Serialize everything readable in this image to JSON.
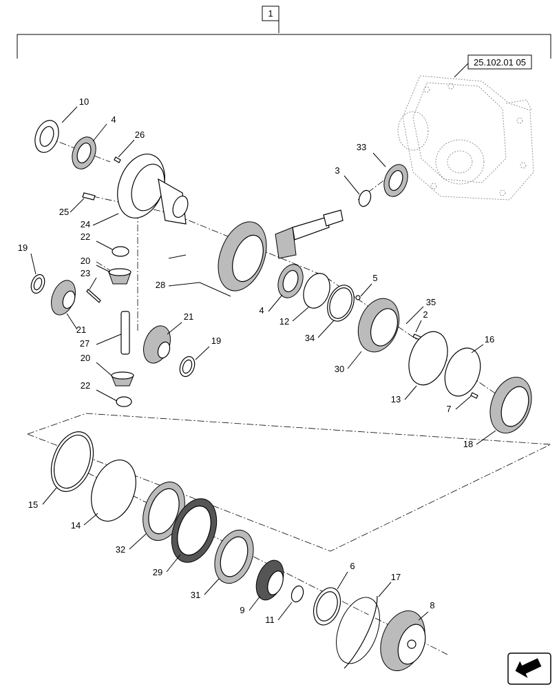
{
  "assembly_label": "1",
  "reference_label": "25.102.01 05",
  "callouts": [
    {
      "id": "c10",
      "text": "10"
    },
    {
      "id": "c4a",
      "text": "4"
    },
    {
      "id": "c26",
      "text": "26"
    },
    {
      "id": "c25",
      "text": "25"
    },
    {
      "id": "c24",
      "text": "24"
    },
    {
      "id": "c22a",
      "text": "22"
    },
    {
      "id": "c19a",
      "text": "19"
    },
    {
      "id": "c20a",
      "text": "20"
    },
    {
      "id": "c23",
      "text": "23"
    },
    {
      "id": "c21a",
      "text": "21"
    },
    {
      "id": "c27",
      "text": "27"
    },
    {
      "id": "c21b",
      "text": "21"
    },
    {
      "id": "c19b",
      "text": "19"
    },
    {
      "id": "c20b",
      "text": "20"
    },
    {
      "id": "c22b",
      "text": "22"
    },
    {
      "id": "c28",
      "text": "28"
    },
    {
      "id": "c3",
      "text": "3"
    },
    {
      "id": "c33",
      "text": "33"
    },
    {
      "id": "c4b",
      "text": "4"
    },
    {
      "id": "c12",
      "text": "12"
    },
    {
      "id": "c5",
      "text": "5"
    },
    {
      "id": "c34",
      "text": "34"
    },
    {
      "id": "c35",
      "text": "35"
    },
    {
      "id": "c2",
      "text": "2"
    },
    {
      "id": "c30",
      "text": "30"
    },
    {
      "id": "c16",
      "text": "16"
    },
    {
      "id": "c13",
      "text": "13"
    },
    {
      "id": "c7",
      "text": "7"
    },
    {
      "id": "c18",
      "text": "18"
    },
    {
      "id": "c15",
      "text": "15"
    },
    {
      "id": "c14",
      "text": "14"
    },
    {
      "id": "c32",
      "text": "32"
    },
    {
      "id": "c29",
      "text": "29"
    },
    {
      "id": "c31",
      "text": "31"
    },
    {
      "id": "c9",
      "text": "9"
    },
    {
      "id": "c11",
      "text": "11"
    },
    {
      "id": "c6",
      "text": "6"
    },
    {
      "id": "c17",
      "text": "17"
    },
    {
      "id": "c8",
      "text": "8"
    }
  ],
  "icons": {
    "nav": "navigation-arrow-icon"
  }
}
